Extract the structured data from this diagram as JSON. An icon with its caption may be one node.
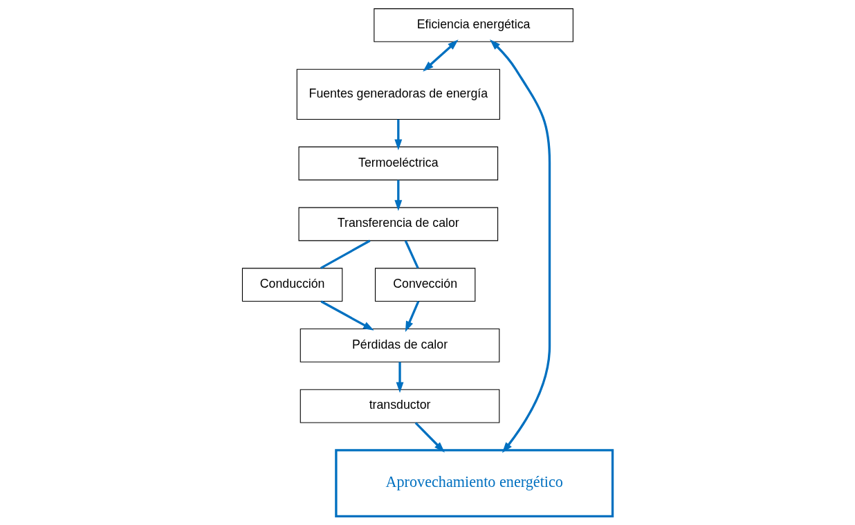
{
  "diagram": {
    "nodes": [
      {
        "text": [
          "Eficiencia energética"
        ]
      },
      {
        "text": [
          "Fuentes generadoras de energía"
        ]
      },
      {
        "text": [
          "Termoeléctrica"
        ]
      },
      {
        "text": [
          "Transferencia de calor"
        ]
      },
      {
        "text": [
          "Aprovechamiento energético"
        ]
      },
      {
        "text": [
          "transductor"
        ]
      },
      {
        "text": [
          "Conducción"
        ]
      },
      {
        "text": [
          "Convección"
        ]
      },
      {
        "text": [
          "Pérdidas de calor"
        ]
      }
    ],
    "edges": [
      {
        "from": 0,
        "to": 1,
        "arrow": "both"
      },
      {
        "from": 0,
        "to": 4,
        "arrow": "both"
      },
      {
        "from": 1,
        "to": 2,
        "arrow": "to"
      },
      {
        "from": 2,
        "to": 3,
        "arrow": "to"
      },
      {
        "from": 3,
        "to": 6,
        "arrow": "none"
      },
      {
        "from": 3,
        "to": 7,
        "arrow": "none"
      },
      {
        "from": 6,
        "to": 8,
        "arrow": "to"
      },
      {
        "from": 7,
        "to": 8,
        "arrow": "to"
      },
      {
        "from": 8,
        "to": 5,
        "arrow": "to"
      },
      {
        "from": 5,
        "to": 4,
        "arrow": "to"
      }
    ]
  }
}
